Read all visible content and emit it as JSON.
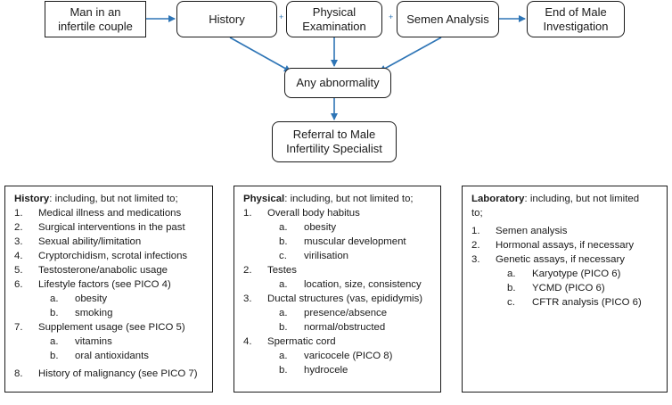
{
  "colors": {
    "arrow": "#2e75b6",
    "border": "#1a1a1a",
    "text": "#1a1a1a"
  },
  "flow": {
    "start": "Man in an\ninfertile couple",
    "history": "History",
    "physical": "Physical\nExamination",
    "semen": "Semen Analysis",
    "end": "End of Male\nInvestigation",
    "abnormality": "Any abnormality",
    "referral": "Referral to Male\nInfertility Specialist",
    "plus_1": "+",
    "plus_2": "+"
  },
  "history_panel": {
    "title_bold": "History",
    "title_rest": ": including, but not limited to;",
    "items": [
      {
        "marker": "1.",
        "text": "Medical illness and medications"
      },
      {
        "marker": "2.",
        "text": "Surgical interventions in the past"
      },
      {
        "marker": "3.",
        "text": "Sexual ability/limitation"
      },
      {
        "marker": "4.",
        "text": "Cryptorchidism, scrotal infections"
      },
      {
        "marker": "5.",
        "text": "Testosterone/anabolic usage"
      },
      {
        "marker": "6.",
        "text": "Lifestyle factors (see PICO 4)"
      },
      {
        "marker": "a.",
        "text": "obesity",
        "sub": true
      },
      {
        "marker": "b.",
        "text": "smoking",
        "sub": true
      },
      {
        "marker": "7.",
        "text": "Supplement usage (see PICO 5)"
      },
      {
        "marker": "a.",
        "text": "vitamins",
        "sub": true
      },
      {
        "marker": "b.",
        "text": "oral antioxidants",
        "sub": true
      },
      {
        "marker": "8.",
        "text": "History of malignancy (see PICO 7)",
        "gap": true
      }
    ]
  },
  "physical_panel": {
    "title_bold": "Physical",
    "title_rest": ": including, but not limited to;",
    "items": [
      {
        "marker": "1.",
        "text": "Overall body habitus"
      },
      {
        "marker": "a.",
        "text": "obesity",
        "sub": true
      },
      {
        "marker": "b.",
        "text": "muscular development",
        "sub": true
      },
      {
        "marker": "c.",
        "text": "virilisation",
        "sub": true
      },
      {
        "marker": "2.",
        "text": "Testes"
      },
      {
        "marker": "a.",
        "text": "location, size, consistency",
        "sub": true
      },
      {
        "marker": "3.",
        "text": "Ductal structures (vas, epididymis)"
      },
      {
        "marker": "a.",
        "text": "presence/absence",
        "sub": true
      },
      {
        "marker": "b.",
        "text": "normal/obstructed",
        "sub": true
      },
      {
        "marker": "4.",
        "text": "Spermatic cord"
      },
      {
        "marker": "a.",
        "text": "varicocele (PICO 8)",
        "sub": true
      },
      {
        "marker": "b.",
        "text": "hydrocele",
        "sub": true
      }
    ]
  },
  "lab_panel": {
    "title_bold": "Laboratory",
    "title_rest": ": including, but not limited",
    "title_line2": "to;",
    "items": [
      {
        "marker": "1.",
        "text": "Semen analysis"
      },
      {
        "marker": "2.",
        "text": "Hormonal assays, if necessary"
      },
      {
        "marker": "3.",
        "text": "Genetic assays, if necessary"
      },
      {
        "marker": "a.",
        "text": "Karyotype (PICO 6)",
        "sub": true
      },
      {
        "marker": "b.",
        "text": "YCMD (PICO 6)",
        "sub": true
      },
      {
        "marker": "c.",
        "text": "CFTR analysis (PICO 6)",
        "sub": true
      }
    ]
  }
}
